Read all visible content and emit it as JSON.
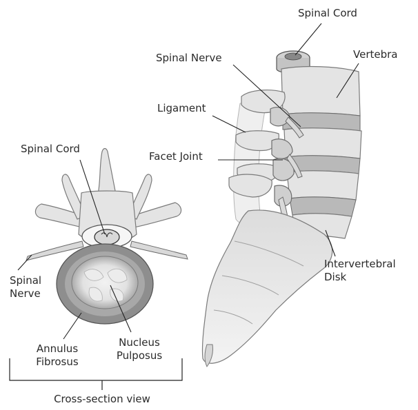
{
  "labels": {
    "spinal_cord_top": "Spinal Cord",
    "vertebra": "Vertebra",
    "spinal_nerve_top": "Spinal Nerve",
    "ligament": "Ligament",
    "facet_joint": "Facet Joint",
    "spinal_cord_cross": "Spinal Cord",
    "intervertebral_disk_1": "Intervertebral",
    "intervertebral_disk_2": "Disk",
    "spinal_nerve_left_1": "Spinal",
    "spinal_nerve_left_2": "Nerve",
    "annulus_1": "Annulus",
    "annulus_2": "Fibrosus",
    "nucleus_1": "Nucleus",
    "nucleus_2": "Pulposus",
    "cross_section_view": "Cross-section view"
  }
}
